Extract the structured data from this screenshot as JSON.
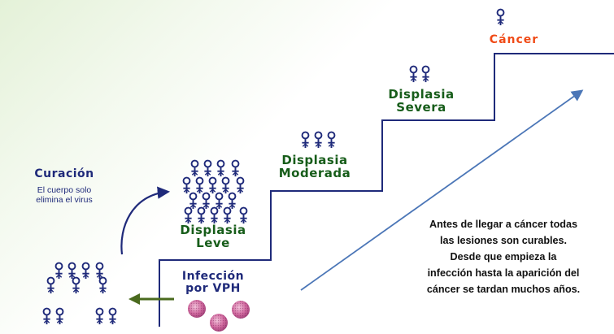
{
  "cancer": {
    "label": "Cáncer"
  },
  "severa": {
    "line1": "Displasia",
    "line2": "Severa"
  },
  "moderada": {
    "line1": "Displasia",
    "line2": "Moderada"
  },
  "leve": {
    "line1": "Displasia",
    "line2": "Leve"
  },
  "infeccion": {
    "line1": "Infección",
    "line2": "por VPH"
  },
  "curacion": {
    "title": "Curación",
    "line1": "El cuerpo solo",
    "line2": "elimina el virus"
  },
  "note": {
    "line1": "Antes de llegar a cáncer todas",
    "line2": "las lesiones son curables.",
    "line3": "Desde que empieza la",
    "line4": "infección hasta la aparición del",
    "line5": "cáncer se tardan muchos años."
  },
  "colors": {
    "navy": "#1f2a7a",
    "green": "#175d1a",
    "orange": "#f04a16",
    "arrow": "#4b76b7",
    "virus": "#c45d95"
  },
  "icons": {
    "person": "female-symbol-icon",
    "virus": "virus-particle-icon"
  }
}
